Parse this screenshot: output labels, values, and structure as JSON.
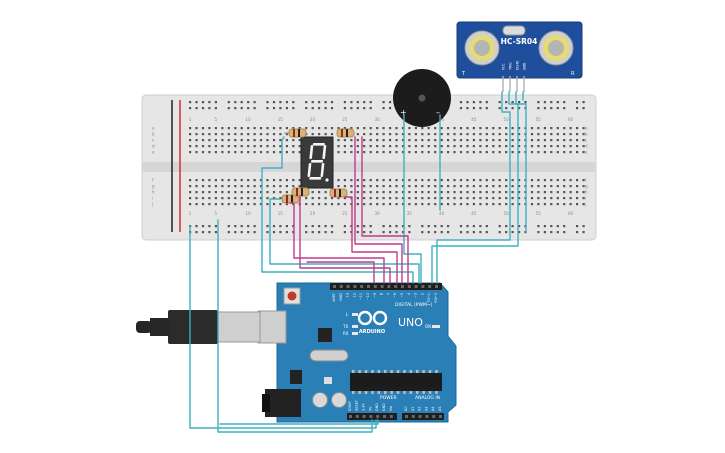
{
  "sensor": {
    "name": "HC-SR04",
    "pin_labels": [
      "VCC",
      "TRIG",
      "ECHO",
      "GND"
    ],
    "mark_left": "T",
    "mark_right": "R"
  },
  "buzzer": {
    "plus": "+",
    "minus": "–"
  },
  "display": {
    "digit": "8"
  },
  "breadboard": {
    "row_labels": [
      "a",
      "b",
      "c",
      "d",
      "e",
      "f",
      "g",
      "h",
      "i",
      "j"
    ],
    "col_labels": [
      "1",
      "5",
      "10",
      "15",
      "20",
      "25",
      "30",
      "35",
      "40",
      "45",
      "50",
      "55",
      "60"
    ]
  },
  "arduino": {
    "brand": "ARDUINO",
    "model": "UNO",
    "digital_label": "DIGITAL (PWM~)",
    "power_label": "POWER",
    "analog_label": "ANALOG IN",
    "led_labels": [
      "L",
      "TX",
      "RX",
      "ON"
    ],
    "digital_pins": [
      "AREF",
      "GND",
      "13",
      "12",
      "~11",
      "~10",
      "~9",
      "8",
      "7",
      "~6",
      "~5",
      "4",
      "~3",
      "2",
      "TX→1",
      "RX←0"
    ],
    "power_pins": [
      "IOREF",
      "RESET",
      "3.3V",
      "5V",
      "GND",
      "GND",
      "Vin"
    ],
    "analog_pins": [
      "A0",
      "A1",
      "A2",
      "A3",
      "A4",
      "A5"
    ]
  },
  "colors": {
    "breadboard": "#e6e6e6",
    "rail_red": "#d62b2b",
    "rail_black": "#222222",
    "arduino_board": "#2a7fb6",
    "sensor_board": "#1f4f9c",
    "wire_teal": "#3fb0c0",
    "wire_magenta": "#c23a8a",
    "display_body": "#3a3a3a",
    "segment_on": "#f5f5f5"
  }
}
